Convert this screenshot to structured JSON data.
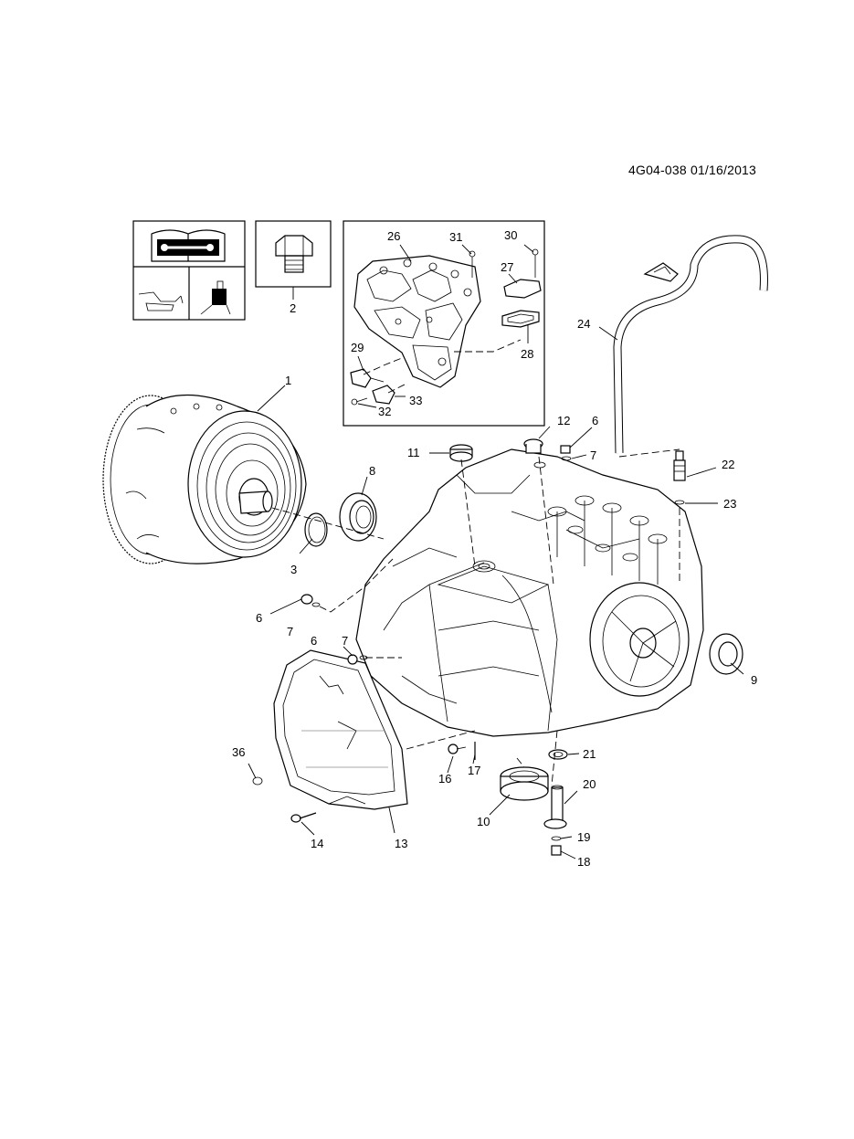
{
  "header": {
    "doc_id": "4G04-038 01/16/2013"
  },
  "icons": {
    "manual": "repair-manual-icon",
    "fluid": "fluid-pan-icon",
    "connector": "electrical-connector-icon",
    "bolt": "bolt-icon"
  },
  "callouts": [
    {
      "n": "1"
    },
    {
      "n": "2"
    },
    {
      "n": "3"
    },
    {
      "n": "6"
    },
    {
      "n": "7"
    },
    {
      "n": "6"
    },
    {
      "n": "7"
    },
    {
      "n": "8"
    },
    {
      "n": "9"
    },
    {
      "n": "10"
    },
    {
      "n": "11"
    },
    {
      "n": "12"
    },
    {
      "n": "6"
    },
    {
      "n": "7"
    },
    {
      "n": "13"
    },
    {
      "n": "14"
    },
    {
      "n": "16"
    },
    {
      "n": "17"
    },
    {
      "n": "18"
    },
    {
      "n": "19"
    },
    {
      "n": "20"
    },
    {
      "n": "21"
    },
    {
      "n": "22"
    },
    {
      "n": "23"
    },
    {
      "n": "24"
    },
    {
      "n": "26"
    },
    {
      "n": "27"
    },
    {
      "n": "28"
    },
    {
      "n": "29"
    },
    {
      "n": "30"
    },
    {
      "n": "31"
    },
    {
      "n": "32"
    },
    {
      "n": "33"
    },
    {
      "n": "36"
    }
  ]
}
